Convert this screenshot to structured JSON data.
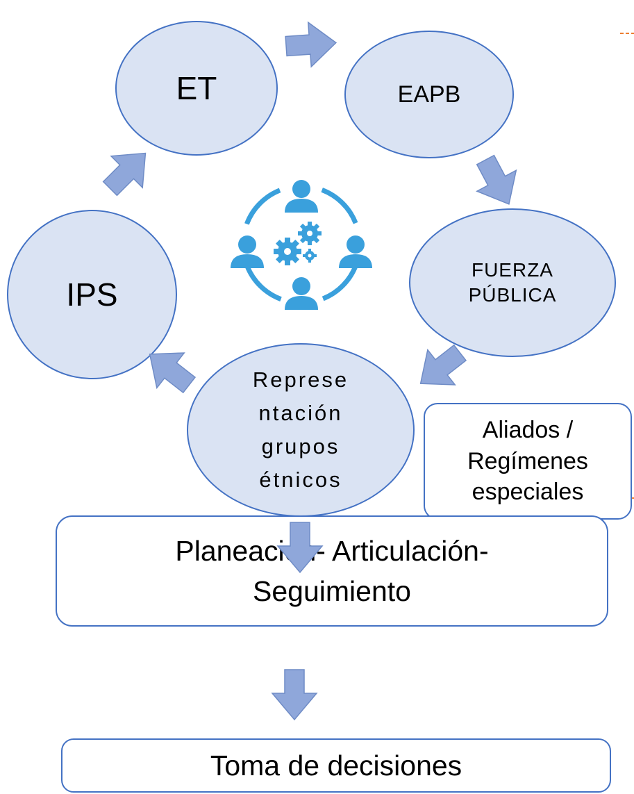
{
  "colors": {
    "circle_fill": "#dae3f3",
    "stroke": "#4472c4",
    "arrow_fill": "#8fa7da",
    "arrow_stroke": "#6f8cc6",
    "icon_blue": "#3aa0dc",
    "accent_orange": "#ed7d31"
  },
  "nodes": {
    "et": "ET",
    "eapb": "EAPB",
    "fuerza": "FUERZA\nPÚBLICA",
    "ips": "IPS",
    "grupos": "Represe\nntación\ngrupos\nétnicos"
  },
  "boxes": {
    "aliados": "Aliados /\nRegímenes\nespeciales",
    "planeacion": "Planeación- Articulación-\nSeguimiento",
    "decisiones": "Toma de decisiones"
  },
  "icons": {
    "center": "team-gears-icon"
  }
}
